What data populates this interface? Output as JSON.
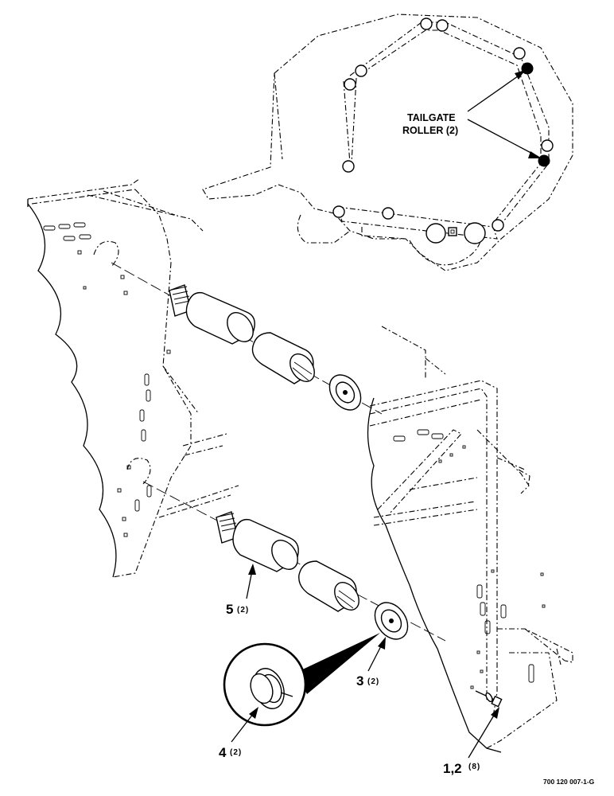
{
  "callouts": {
    "tailgate_line1": "TAILGATE",
    "tailgate_line2": "ROLLER (2)",
    "item5_num": "5",
    "item5_qty": "(2)",
    "item3_num": "3",
    "item3_qty": "(2)",
    "item4_num": "4",
    "item4_qty": "(2)",
    "item12_num": "1,2",
    "item12_qty": "(8)"
  },
  "drawing_code": "700 120 007-1-G"
}
